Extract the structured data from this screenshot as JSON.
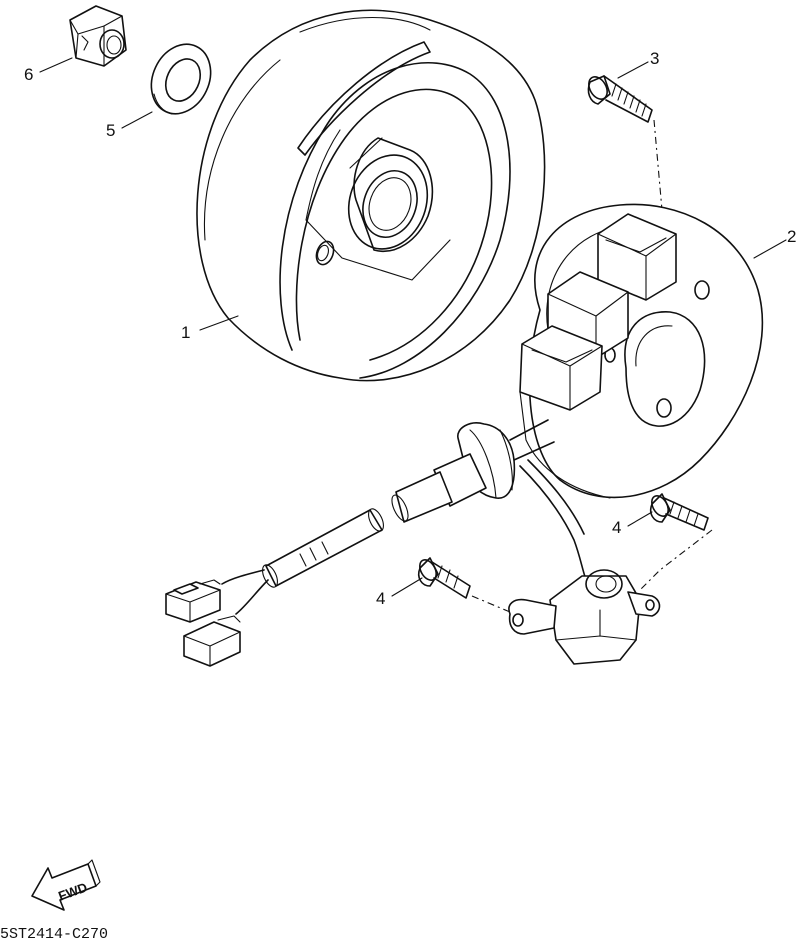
{
  "callouts": [
    {
      "number": "1",
      "part": "rotor"
    },
    {
      "number": "2",
      "part": "stator"
    },
    {
      "number": "3",
      "part": "screw"
    },
    {
      "number": "4",
      "part": "screw"
    },
    {
      "number": "4",
      "part": "screw"
    },
    {
      "number": "5",
      "part": "washer"
    },
    {
      "number": "6",
      "part": "nut"
    }
  ],
  "fwd_label": "FWD",
  "diagram_code": "5ST2414-C270"
}
